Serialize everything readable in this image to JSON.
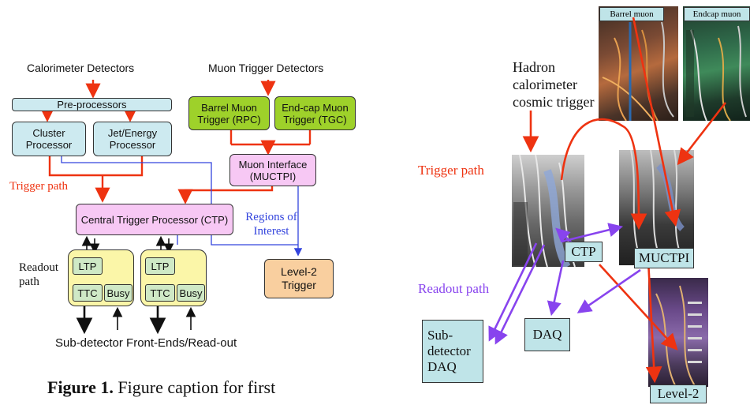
{
  "left": {
    "calorimeter_detectors": "Calorimeter Detectors",
    "muon_trigger_detectors": "Muon Trigger Detectors",
    "pre_processors": "Pre-processors",
    "cluster_processor": "Cluster Processor",
    "jet_energy_processor": "Jet/Energy Processor",
    "barrel_muon_trigger": "Barrel Muon Trigger (RPC)",
    "endcap_muon_trigger": "End-cap Muon Trigger (TGC)",
    "muon_interface": "Muon Interface (MUCTPI)",
    "trigger_path": "Trigger path",
    "ctp": "Central Trigger Processor (CTP)",
    "regions_of_interest": "Regions of Interest",
    "readout_path": "Readout path",
    "ltp": "LTP",
    "ttc": "TTC",
    "busy": "Busy",
    "level2_trigger": "Level-2 Trigger",
    "sub_detector_frontends": "Sub-detector Front-Ends/Read-out",
    "caption_label": "Figure 1.",
    "caption_text": "Figure caption for first"
  },
  "right": {
    "barrel_muon": "Barrel muon",
    "endcap_muon": "Endcap muon",
    "hadron_cosmic_trigger": "Hadron calorimeter cosmic trigger",
    "trigger_path": "Trigger path",
    "readout_path": "Readout path",
    "ctp": "CTP",
    "muctpi": "MUCTPI",
    "daq": "DAQ",
    "sub_detector_daq": "Sub- detector DAQ",
    "level2": "Level-2"
  },
  "colors": {
    "trigger_arrow": "#ee3311",
    "roi_line": "#3344dd",
    "readout_arrow": "#8844ee",
    "box_cyan": "#cdeaf0",
    "box_green": "#9ed12a",
    "box_pink": "#f7c8f4",
    "box_yellow": "#fbf6a8",
    "box_orange": "#f9cf9f"
  }
}
